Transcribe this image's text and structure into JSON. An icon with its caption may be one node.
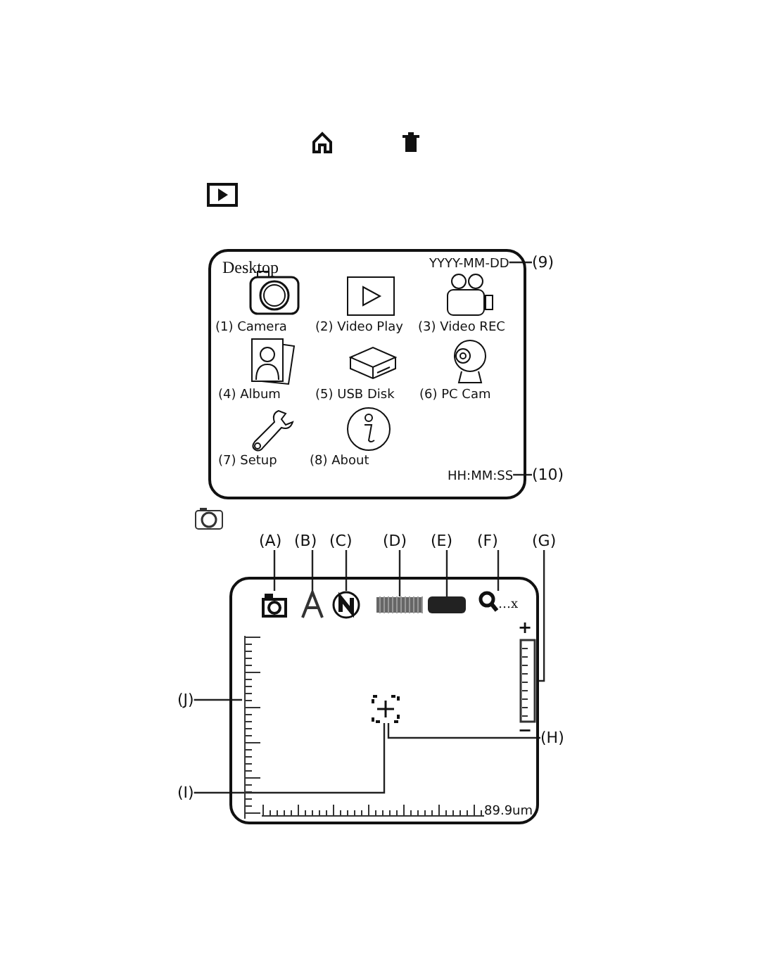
{
  "diagram": {
    "nodes": [
      {
        "text": [
          "Desktop"
        ]
      },
      {
        "text": [
          "YYYY-MM-DD"
        ],
        "in": 0
      },
      {
        "text": [
          "(9)"
        ]
      },
      {
        "text": [
          "HH:MM:SS"
        ],
        "in": 0
      },
      {
        "text": [
          "(10)"
        ]
      },
      {
        "text": [],
        "shape": "box"
      },
      {
        "text": [],
        "shape": "camera",
        "in": 5
      },
      {
        "text": [],
        "shape": "letter",
        "in": 5
      },
      {
        "text": [],
        "shape": "circle",
        "in": 5
      },
      {
        "text": [],
        "shape": "bar",
        "in": 5
      },
      {
        "text": [],
        "shape": "battery",
        "in": 5
      },
      {
        "text": [
          "…x"
        ],
        "in": 5
      },
      {
        "text": [],
        "shape": "slider",
        "in": 5
      },
      {
        "text": [],
        "shape": "crosshair",
        "in": 5
      },
      {
        "text": [],
        "shape": "ruler",
        "in": 5
      },
      {
        "text": [
          "(A)"
        ]
      },
      {
        "text": [
          "(B)"
        ]
      },
      {
        "text": [
          "(C)"
        ]
      },
      {
        "text": [
          "(D)"
        ]
      },
      {
        "text": [
          "(E)"
        ]
      },
      {
        "text": [
          "(F)"
        ]
      },
      {
        "text": [
          "(G)"
        ]
      },
      {
        "text": [
          "(H)"
        ]
      },
      {
        "text": [
          "(I)"
        ]
      },
      {
        "text": [
          "(J)"
        ]
      }
    ],
    "edges": [
      {
        "from": 2,
        "to": 1,
        "arrow": "none"
      },
      {
        "from": 4,
        "to": 3,
        "arrow": "none"
      },
      {
        "from": 15,
        "to": 6,
        "arrow": "none"
      },
      {
        "from": 16,
        "to": 7,
        "arrow": "none"
      },
      {
        "from": 17,
        "to": 8,
        "arrow": "none"
      },
      {
        "from": 18,
        "to": 9,
        "arrow": "none"
      },
      {
        "from": 19,
        "to": 10,
        "arrow": "none"
      },
      {
        "from": 20,
        "to": 11,
        "arrow": "none"
      },
      {
        "from": 21,
        "to": 12,
        "arrow": "none"
      },
      {
        "from": 22,
        "to": 13,
        "arrow": "none"
      },
      {
        "from": 23,
        "to": 13,
        "arrow": "none"
      },
      {
        "from": 24,
        "to": 14,
        "arrow": "none"
      }
    ],
    "labels": [
      "(1) Camera",
      "(2) Video Play",
      "(3) Video REC",
      "(4) Album",
      "(5) USB Disk",
      "(6) PC Cam",
      "(7) Setup",
      "(8) About",
      "+",
      "−",
      "89.9um"
    ]
  }
}
